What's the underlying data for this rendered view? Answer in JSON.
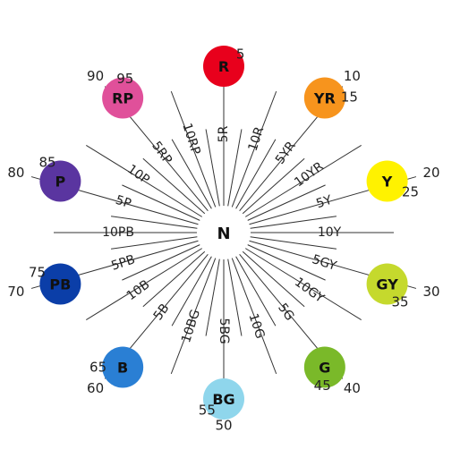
{
  "center": {
    "label": "N"
  },
  "discs": [
    {
      "label": "R",
      "number": "5",
      "color": "#e8001c"
    },
    {
      "label": "YR",
      "number": "15",
      "color": "#f7941d"
    },
    {
      "label": "Y",
      "number": "25",
      "color": "#fff200"
    },
    {
      "label": "GY",
      "number": "35",
      "color": "#c5d92d"
    },
    {
      "label": "G",
      "number": "45",
      "color": "#7ab929"
    },
    {
      "label": "BG",
      "number": "55",
      "color": "#8fd6ec"
    },
    {
      "label": "B",
      "number": "65",
      "color": "#2a7fd4"
    },
    {
      "label": "PB",
      "number": "75",
      "color": "#0b3ea8"
    },
    {
      "label": "P",
      "number": "85",
      "color": "#5a35a0"
    },
    {
      "label": "RP",
      "number": "95",
      "color": "#e0509a"
    }
  ],
  "tick_numbers": [
    "10",
    "20",
    "30",
    "40",
    "50",
    "60",
    "70",
    "80",
    "90"
  ],
  "hue_labels": [
    "5R",
    "10R",
    "5YR",
    "10YR",
    "5Y",
    "10Y",
    "5GY",
    "10GY",
    "5G",
    "10G",
    "5BG",
    "10BG",
    "5B",
    "10B",
    "5PB",
    "10PB",
    "5P",
    "10P",
    "5RP",
    "10RP"
  ]
}
